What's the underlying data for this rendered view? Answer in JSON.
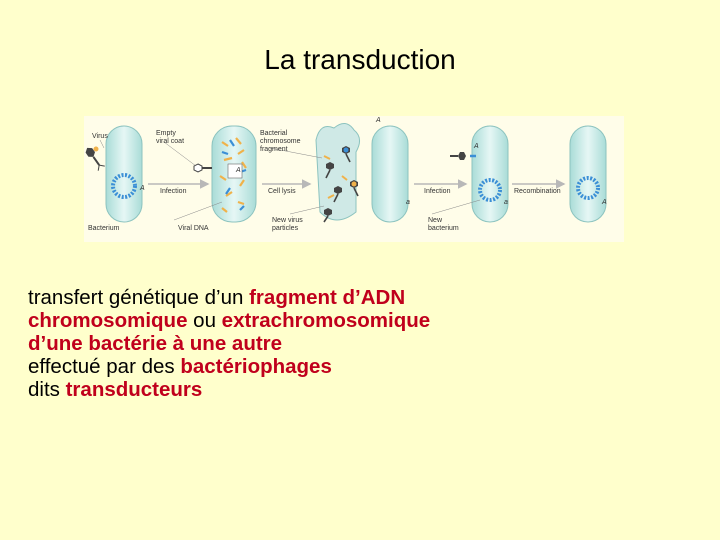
{
  "title": "La transduction",
  "figure": {
    "labels": {
      "virus": "Virus",
      "empty_viral_coat_1": "Empty",
      "empty_viral_coat_2": "viral coat",
      "bacterial_1": "Bacterial",
      "bacterial_2": "chromosome",
      "bacterial_3": "fragment",
      "infection_1": "Infection",
      "cell_lysis": "Cell lysis",
      "infection_2": "Infection",
      "recombination": "Recombination",
      "bacterium": "Bacterium",
      "viral_dna": "Viral DNA",
      "new_virus_1": "New virus",
      "new_virus_2": "particles",
      "new_bacterium_1": "New",
      "new_bacterium_2": "bacterium",
      "a_upper": "A",
      "a_lower": "a"
    },
    "colors": {
      "cell_fill": "#bfe6e2",
      "cell_stroke": "#7fb5b1",
      "chromosome": "#3b8fd6",
      "fragments": "#f0b24a",
      "phage": "#444444"
    }
  },
  "body": {
    "line1_pre": "transfert génétique d’un ",
    "line1_hl": "fragment d’ADN",
    "line2_hl1": "chromosomique",
    "line2_mid": " ou ",
    "line2_hl2": "extrachromosomique",
    "line3_hl": "d’une bactérie à une autre",
    "line4_pre": "effectué par des ",
    "line4_hl": "bactériophages",
    "line5_pre": "dits ",
    "line5_hl": "transducteurs"
  },
  "highlight_color": "#c0001c",
  "background_color": "#ffffcc"
}
